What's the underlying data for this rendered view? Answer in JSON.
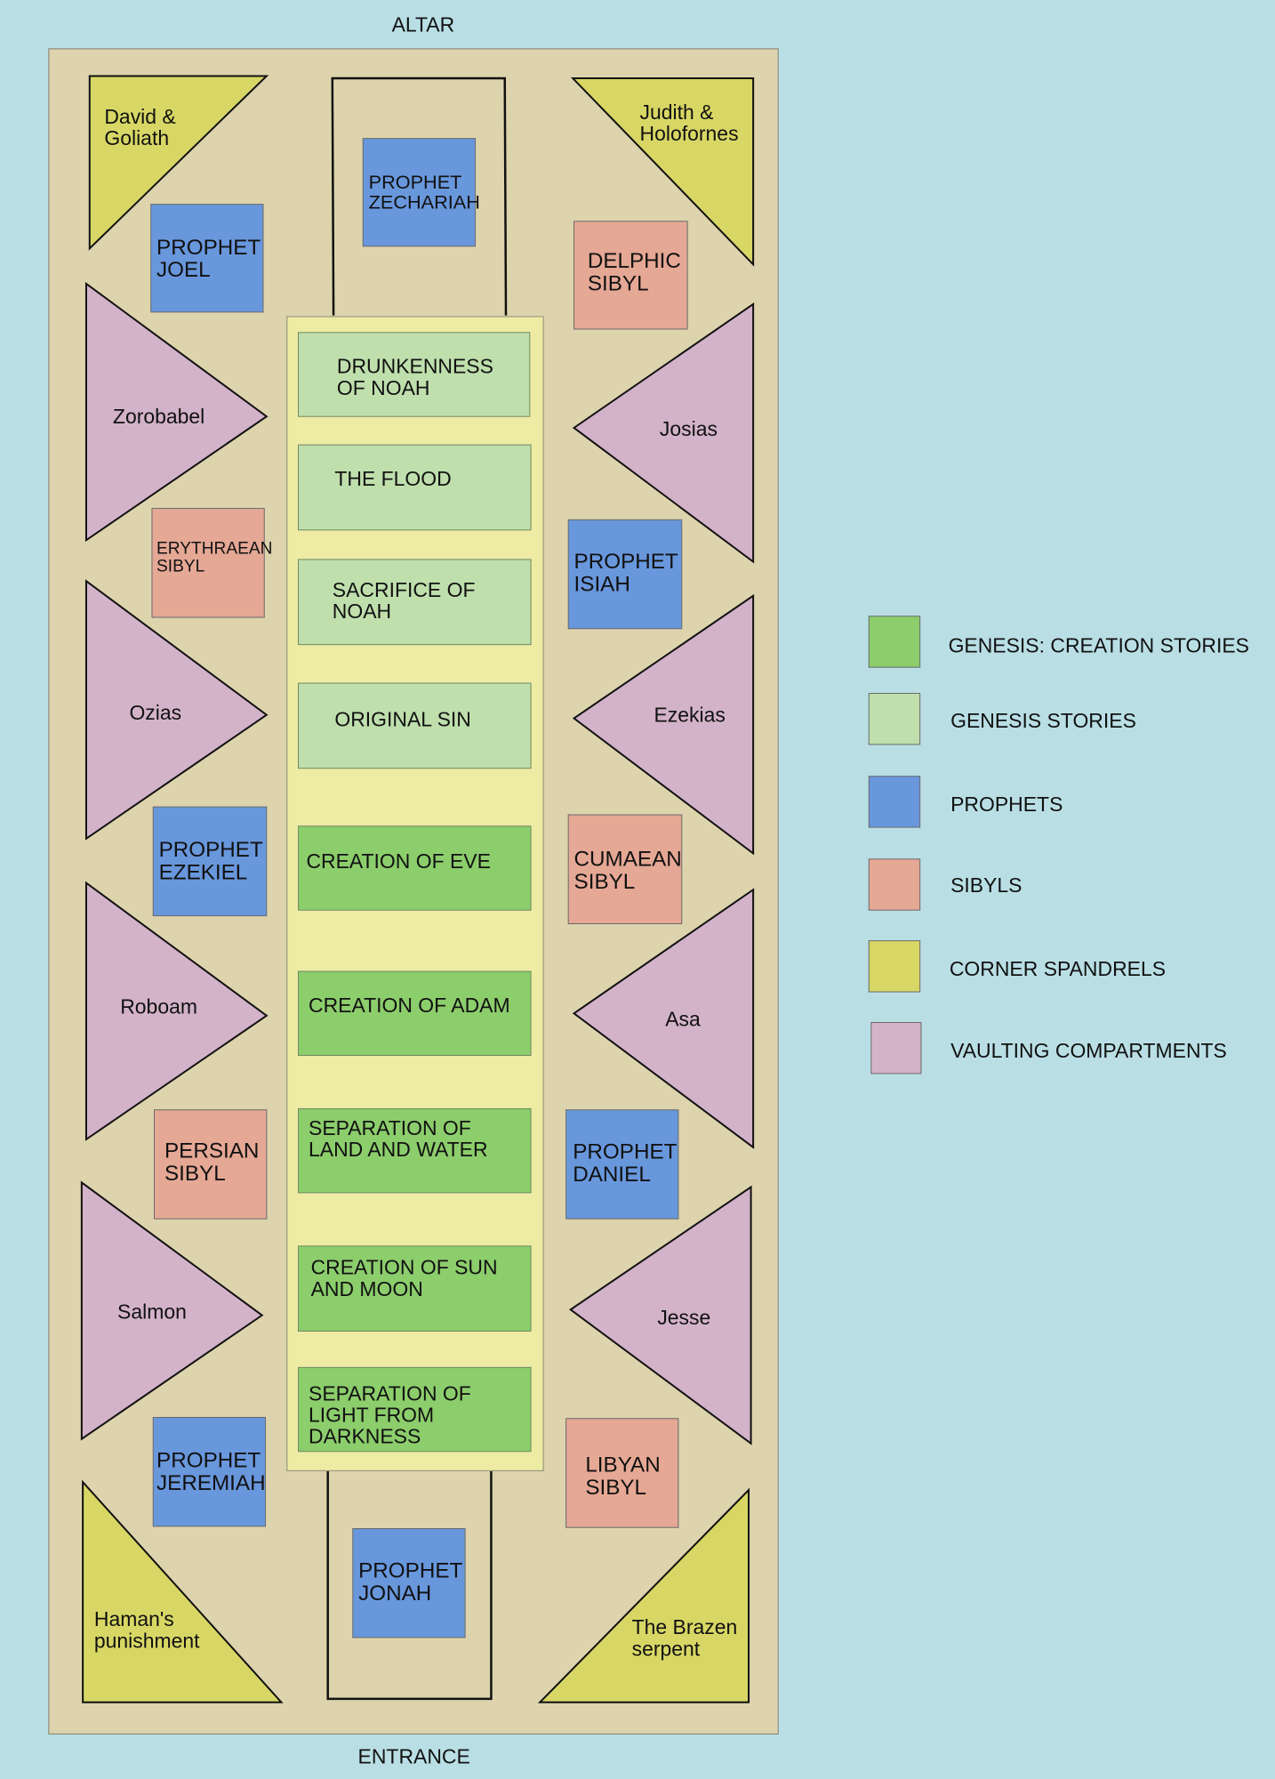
{
  "labels": {
    "top": "ALTAR",
    "bottom": "ENTRANCE"
  },
  "colors": {
    "background": "#b9dfe5",
    "ceiling": "#ddd3ad",
    "central_band": "#eeeba4",
    "creation": "#8ccd6c",
    "genesis": "#bfdfad",
    "prophets": "#6897dc",
    "sibyls": "#e5a895",
    "spandrels": "#d8d765",
    "vaulting": "#d3b3c9"
  },
  "panels": [
    {
      "category": "genesis",
      "lines": [
        "DRUNKENNESS",
        "OF NOAH"
      ]
    },
    {
      "category": "genesis",
      "lines": [
        "THE FLOOD"
      ]
    },
    {
      "category": "genesis",
      "lines": [
        "SACRIFICE OF",
        "NOAH"
      ]
    },
    {
      "category": "genesis",
      "lines": [
        "ORIGINAL SIN"
      ]
    },
    {
      "category": "creation",
      "lines": [
        "CREATION OF EVE"
      ]
    },
    {
      "category": "creation",
      "lines": [
        "CREATION OF ADAM"
      ]
    },
    {
      "category": "creation",
      "lines": [
        "SEPARATION OF",
        "LAND AND WATER"
      ]
    },
    {
      "category": "creation",
      "lines": [
        "CREATION OF SUN",
        "AND MOON"
      ]
    },
    {
      "category": "creation",
      "lines": [
        "SEPARATION OF",
        "LIGHT FROM",
        "DARKNESS"
      ]
    }
  ],
  "seers": [
    {
      "category": "prophets",
      "lines": [
        "PROPHET",
        "ZECHARIAH"
      ]
    },
    {
      "category": "prophets",
      "lines": [
        "PROPHET",
        "JOEL"
      ]
    },
    {
      "category": "sibyls",
      "lines": [
        "DELPHIC",
        "SIBYL"
      ]
    },
    {
      "category": "sibyls",
      "lines": [
        "ERYTHRAEAN",
        "SIBYL"
      ]
    },
    {
      "category": "prophets",
      "lines": [
        "PROPHET",
        "ISIAH"
      ]
    },
    {
      "category": "prophets",
      "lines": [
        "PROPHET",
        "EZEKIEL"
      ]
    },
    {
      "category": "sibyls",
      "lines": [
        "CUMAEAN",
        "SIBYL"
      ]
    },
    {
      "category": "sibyls",
      "lines": [
        "PERSIAN",
        "SIBYL"
      ]
    },
    {
      "category": "prophets",
      "lines": [
        "PROPHET",
        "DANIEL"
      ]
    },
    {
      "category": "prophets",
      "lines": [
        "PROPHET",
        "JEREMIAH"
      ]
    },
    {
      "category": "sibyls",
      "lines": [
        "LIBYAN",
        "SIBYL"
      ]
    },
    {
      "category": "prophets",
      "lines": [
        "PROPHET",
        "JONAH"
      ]
    }
  ],
  "vaulting": [
    {
      "name": "Zorobabel",
      "side": "left"
    },
    {
      "name": "Josias",
      "side": "right"
    },
    {
      "name": "Ozias",
      "side": "left"
    },
    {
      "name": "Ezekias",
      "side": "right"
    },
    {
      "name": "Roboam",
      "side": "left"
    },
    {
      "name": "Asa",
      "side": "right"
    },
    {
      "name": "Salmon",
      "side": "left"
    },
    {
      "name": "Jesse",
      "side": "right"
    }
  ],
  "spandrels": [
    {
      "lines": [
        "David &",
        "Goliath"
      ]
    },
    {
      "lines": [
        "Judith &",
        "Holofornes"
      ]
    },
    {
      "lines": [
        "Haman's",
        "punishment"
      ]
    },
    {
      "lines": [
        "The Brazen",
        "serpent"
      ]
    }
  ],
  "legend": [
    {
      "category": "creation",
      "label": "GENESIS: CREATION STORIES"
    },
    {
      "category": "genesis",
      "label": "GENESIS STORIES"
    },
    {
      "category": "prophets",
      "label": "PROPHETS"
    },
    {
      "category": "sibyls",
      "label": "SIBYLS"
    },
    {
      "category": "spandrels",
      "label": "CORNER SPANDRELS"
    },
    {
      "category": "vaulting",
      "label": "VAULTING COMPARTMENTS"
    }
  ]
}
